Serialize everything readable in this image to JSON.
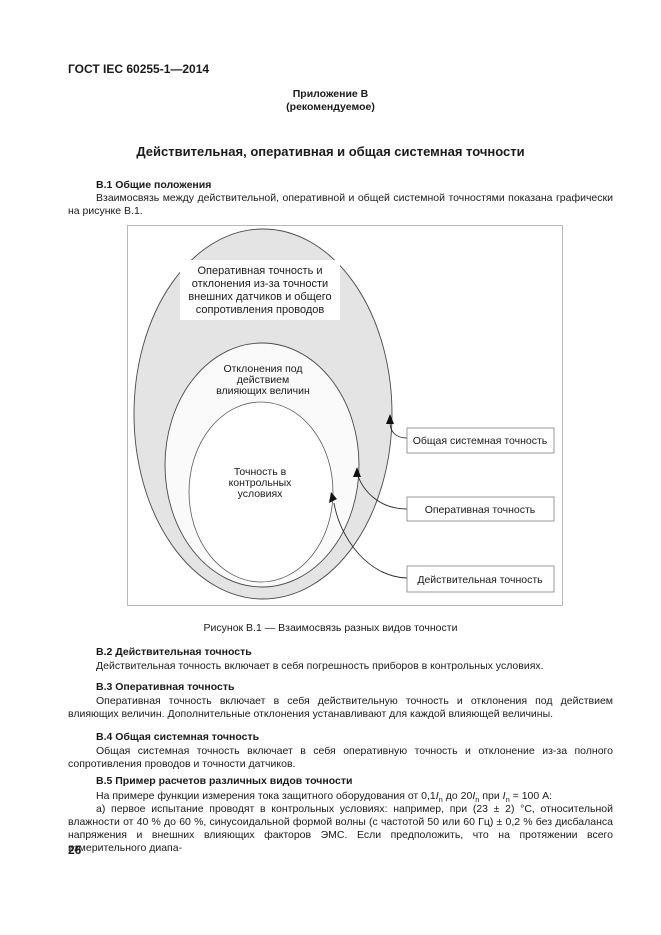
{
  "page": {
    "doc_code": "ГОСТ IEC 60255-1—2014",
    "annex_label": "Приложение В",
    "annex_note": "(рекомендуемое)",
    "title": "Действительная, оперативная и общая системная точности",
    "page_number": "26"
  },
  "sections": {
    "b1": {
      "heading": "В.1 Общие положения",
      "paragraph": "Взаимосвязь между действительной, оперативной и общей системной точностями показана графически на рисунке В.1."
    },
    "b2": {
      "heading": "В.2 Действительная точность",
      "paragraph": "Действительная точность включает в себя погрешность приборов в контрольных условиях."
    },
    "b3": {
      "heading": "В.3 Оперативная точность",
      "paragraph": "Оперативная точность включает в себя действительную точность и отклонения под действием влияющих величин. Дополнительные отклонения устанавливают для каждой влияющей величины."
    },
    "b4": {
      "heading": "В.4 Общая системная точность",
      "paragraph": "Общая системная точность включает в себя оперативную точность и отклонение из-за полного сопротивления проводов и точности датчиков."
    },
    "b5": {
      "heading": "В.5 Пример расчетов различных видов точности",
      "intro": {
        "p1": "На примере функции измерения тока защитного оборудования от 0,1",
        "i1": "I",
        "s1": "n",
        "p2": " до 20",
        "i2": "I",
        "s2": "n",
        "p3": " при ",
        "i3": "I",
        "s3": "n",
        "p4": " = 100 А:"
      },
      "item_a": "а) первое испытание проводят в контрольных условиях: например, при (23 ± 2) °С, относительной влажности от 40 % до 60 %, синусоидальной формой волны (с частотой 50 или 60 Гц) ± 0,2 % без дисбаланса напряжения и внешних влияющих факторов ЭМС. Если предположить, что на протяжении всего измерительного диапа-"
    }
  },
  "figure": {
    "caption": "Рисунок В.1 — Взаимосвязь разных видов точности",
    "outer_label_lines": [
      "Оперативная точность и",
      "отклонения из-за точности",
      "внешних датчиков и общего",
      "сопротивления проводов"
    ],
    "middle_label_lines": [
      "Отклонения под",
      "действием",
      "влияющих величин"
    ],
    "inner_label_lines": [
      "Точность в",
      "контрольных",
      "условиях"
    ],
    "callouts": [
      "Общая системная точность",
      "Оперативная точность",
      "Действительная точность"
    ],
    "colors": {
      "outer_fill": "#e4e4e4",
      "ring_fill": "#fafafa",
      "inner_fill": "#ffffff",
      "frame": "#b8b8b8"
    }
  }
}
